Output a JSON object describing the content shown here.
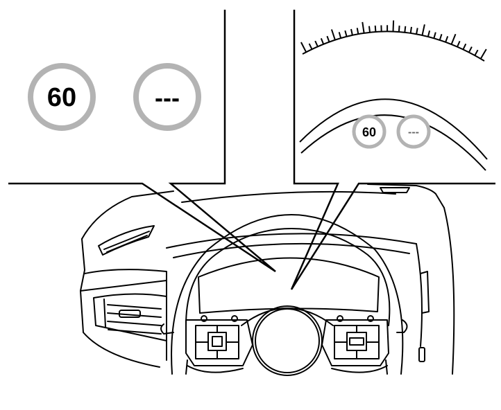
{
  "left_callout": {
    "signs": [
      {
        "kind": "speed-limit",
        "text": "60",
        "ring_color": "#b3b3b3",
        "text_color": "#000000"
      },
      {
        "kind": "no-limit-detected",
        "text": "---",
        "ring_color": "#b3b3b3",
        "text_color": "#000000"
      }
    ]
  },
  "right_callout": {
    "signs": [
      {
        "kind": "speed-limit",
        "text": "60",
        "ring_color": "#b3b3b3",
        "text_color": "#000000"
      },
      {
        "kind": "no-limit-detected",
        "text": "---",
        "ring_color": "#b3b3b3",
        "text_color": "#666666"
      }
    ]
  },
  "colors": {
    "line": "#000000",
    "background": "#ffffff"
  }
}
